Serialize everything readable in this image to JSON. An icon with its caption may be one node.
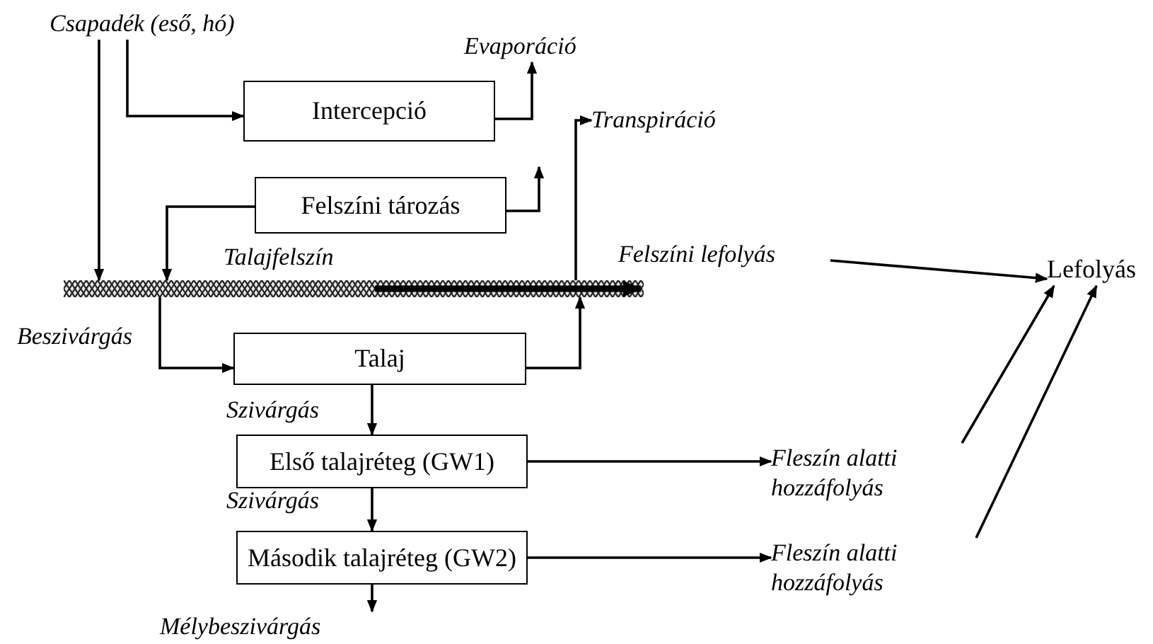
{
  "diagram": {
    "nodes": [
      {
        "text": [
          "Csapadék (eső, hó)"
        ]
      },
      {
        "text": [
          "Evaporáció"
        ]
      },
      {
        "text": [
          "Intercepció"
        ]
      },
      {
        "text": [
          "Transpiráció"
        ]
      },
      {
        "text": [
          "Felszíni tározás"
        ]
      },
      {
        "text": [],
        "shape": "bar"
      },
      {
        "text": [
          "Felszíni lefolyás"
        ]
      },
      {
        "text": [
          "Lefolyás"
        ]
      },
      {
        "text": [
          "Talaj"
        ]
      },
      {
        "text": [
          "Első talajréteg (GW1)"
        ]
      },
      {
        "text": [
          "Fleszín alatti hozzáfolyás"
        ]
      },
      {
        "text": [
          "Második talajréteg (GW2)"
        ]
      },
      {
        "text": [
          "Fleszín alatti hozzáfolyás"
        ]
      },
      {
        "text": [
          "Mélybeszivárgás"
        ]
      }
    ],
    "edges": [
      {
        "from": 0,
        "to": 5,
        "arrow": "to"
      },
      {
        "from": 0,
        "to": 2,
        "arrow": "to"
      },
      {
        "from": 2,
        "to": 1,
        "arrow": "to"
      },
      {
        "from": 4,
        "to": null,
        "arrow": "to"
      },
      {
        "from": 4,
        "to": 5,
        "arrow": "to"
      },
      {
        "from": 5,
        "to": 3,
        "arrow": "to"
      },
      {
        "from": 5,
        "to": 6,
        "arrow": "to",
        "style": "thick"
      },
      {
        "from": 6,
        "to": 7,
        "arrow": "to"
      },
      {
        "from": 5,
        "to": 8,
        "arrow": "to",
        "label": "Beszivárgás"
      },
      {
        "from": 8,
        "to": 5,
        "arrow": "to"
      },
      {
        "from": 8,
        "to": 9,
        "arrow": "to",
        "label": "Szivárgás"
      },
      {
        "from": 9,
        "to": 11,
        "arrow": "to",
        "label": "Szivárgás"
      },
      {
        "from": 9,
        "to": 10,
        "arrow": "to"
      },
      {
        "from": 11,
        "to": 12,
        "arrow": "to"
      },
      {
        "from": 11,
        "to": 13,
        "arrow": "to"
      },
      {
        "from": 10,
        "to": 7,
        "arrow": "to"
      },
      {
        "from": 12,
        "to": 7,
        "arrow": "to"
      }
    ],
    "labels": [
      "Talajfelszín"
    ]
  }
}
